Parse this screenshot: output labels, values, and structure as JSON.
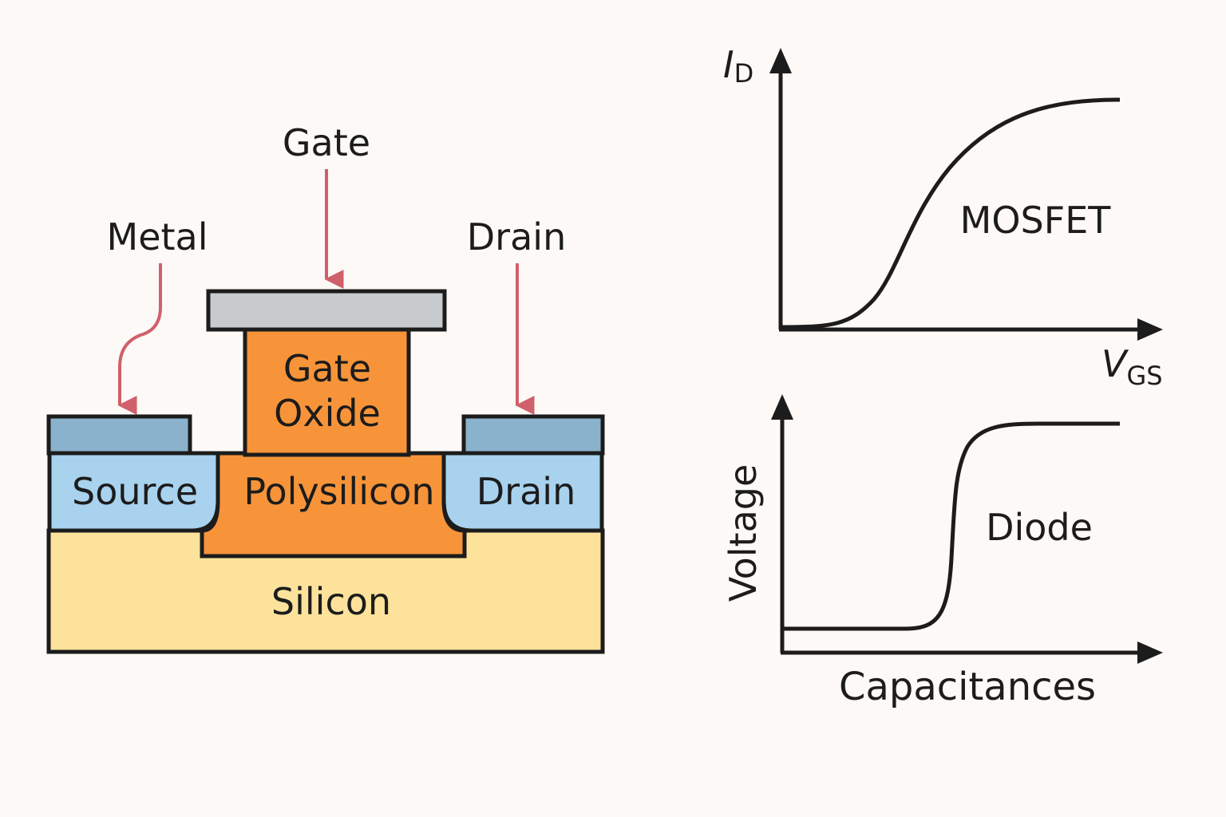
{
  "diagram": {
    "labels": {
      "gate": "Gate",
      "metal": "Metal",
      "drain_top": "Drain",
      "gate_oxide_line1": "Gate",
      "gate_oxide_line2": "Oxide",
      "source": "Source",
      "polysilicon": "Polysilicon",
      "drain_region": "Drain",
      "silicon": "Silicon"
    },
    "colors": {
      "background": "#fcf9f6",
      "outline": "#1c1c1c",
      "gate_metal": "#c8cbcd",
      "oxide": "#f7943a",
      "contact": "#8ab2cc",
      "doped_region": "#a8d2ee",
      "substrate": "#fce29a",
      "arrow": "#d0606b"
    }
  },
  "chart_data": [
    {
      "type": "line",
      "label": "MOSFET",
      "ylabel_symbol": "I",
      "ylabel_subscript": "D",
      "xlabel_symbol": "V",
      "xlabel_subscript": "GS",
      "shape": "sigmoid-saturating"
    },
    {
      "type": "line",
      "label": "Diode",
      "ylabel": "Voltage",
      "xlabel": "Capacitances",
      "shape": "step"
    }
  ]
}
